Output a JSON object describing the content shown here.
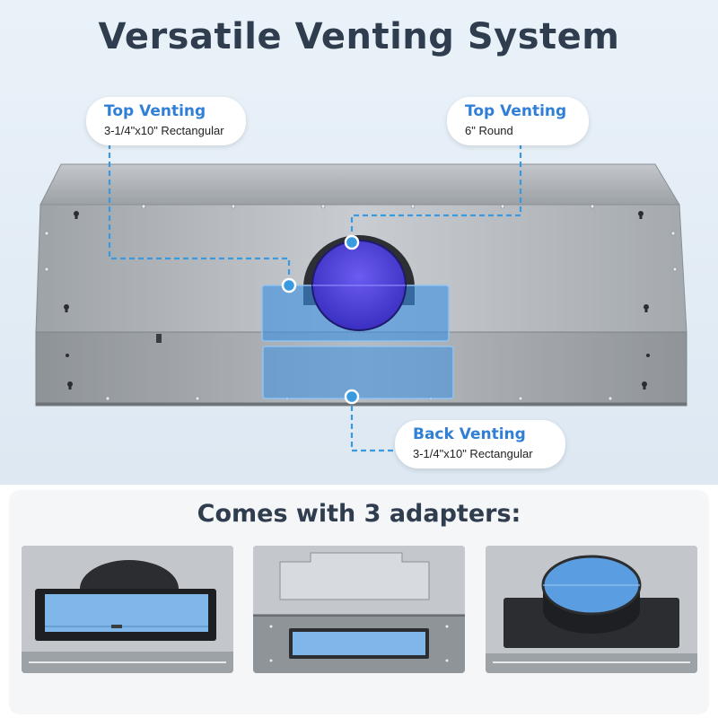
{
  "title": "Versatile Venting System",
  "callouts": {
    "top_rect": {
      "title": "Top Venting",
      "size": "3-1/4\"x10\" Rectangular"
    },
    "top_round": {
      "title": "Top Venting",
      "size": "6\" Round"
    },
    "back_rect": {
      "title": "Back Venting",
      "size": "3-1/4\"x10\" Rectangular"
    }
  },
  "adapters_heading": "Comes with 3 adapters:",
  "adapter_photos": [
    "rectangular-top-adapter",
    "rectangular-back-adapter",
    "round-top-adapter"
  ],
  "colors": {
    "title": "#2f3d4f",
    "callout_title": "#2f7fd6",
    "dashed_line": "#3a9ae0",
    "highlight": "#3b8fe0",
    "round_vent": "#4a3fd8"
  }
}
